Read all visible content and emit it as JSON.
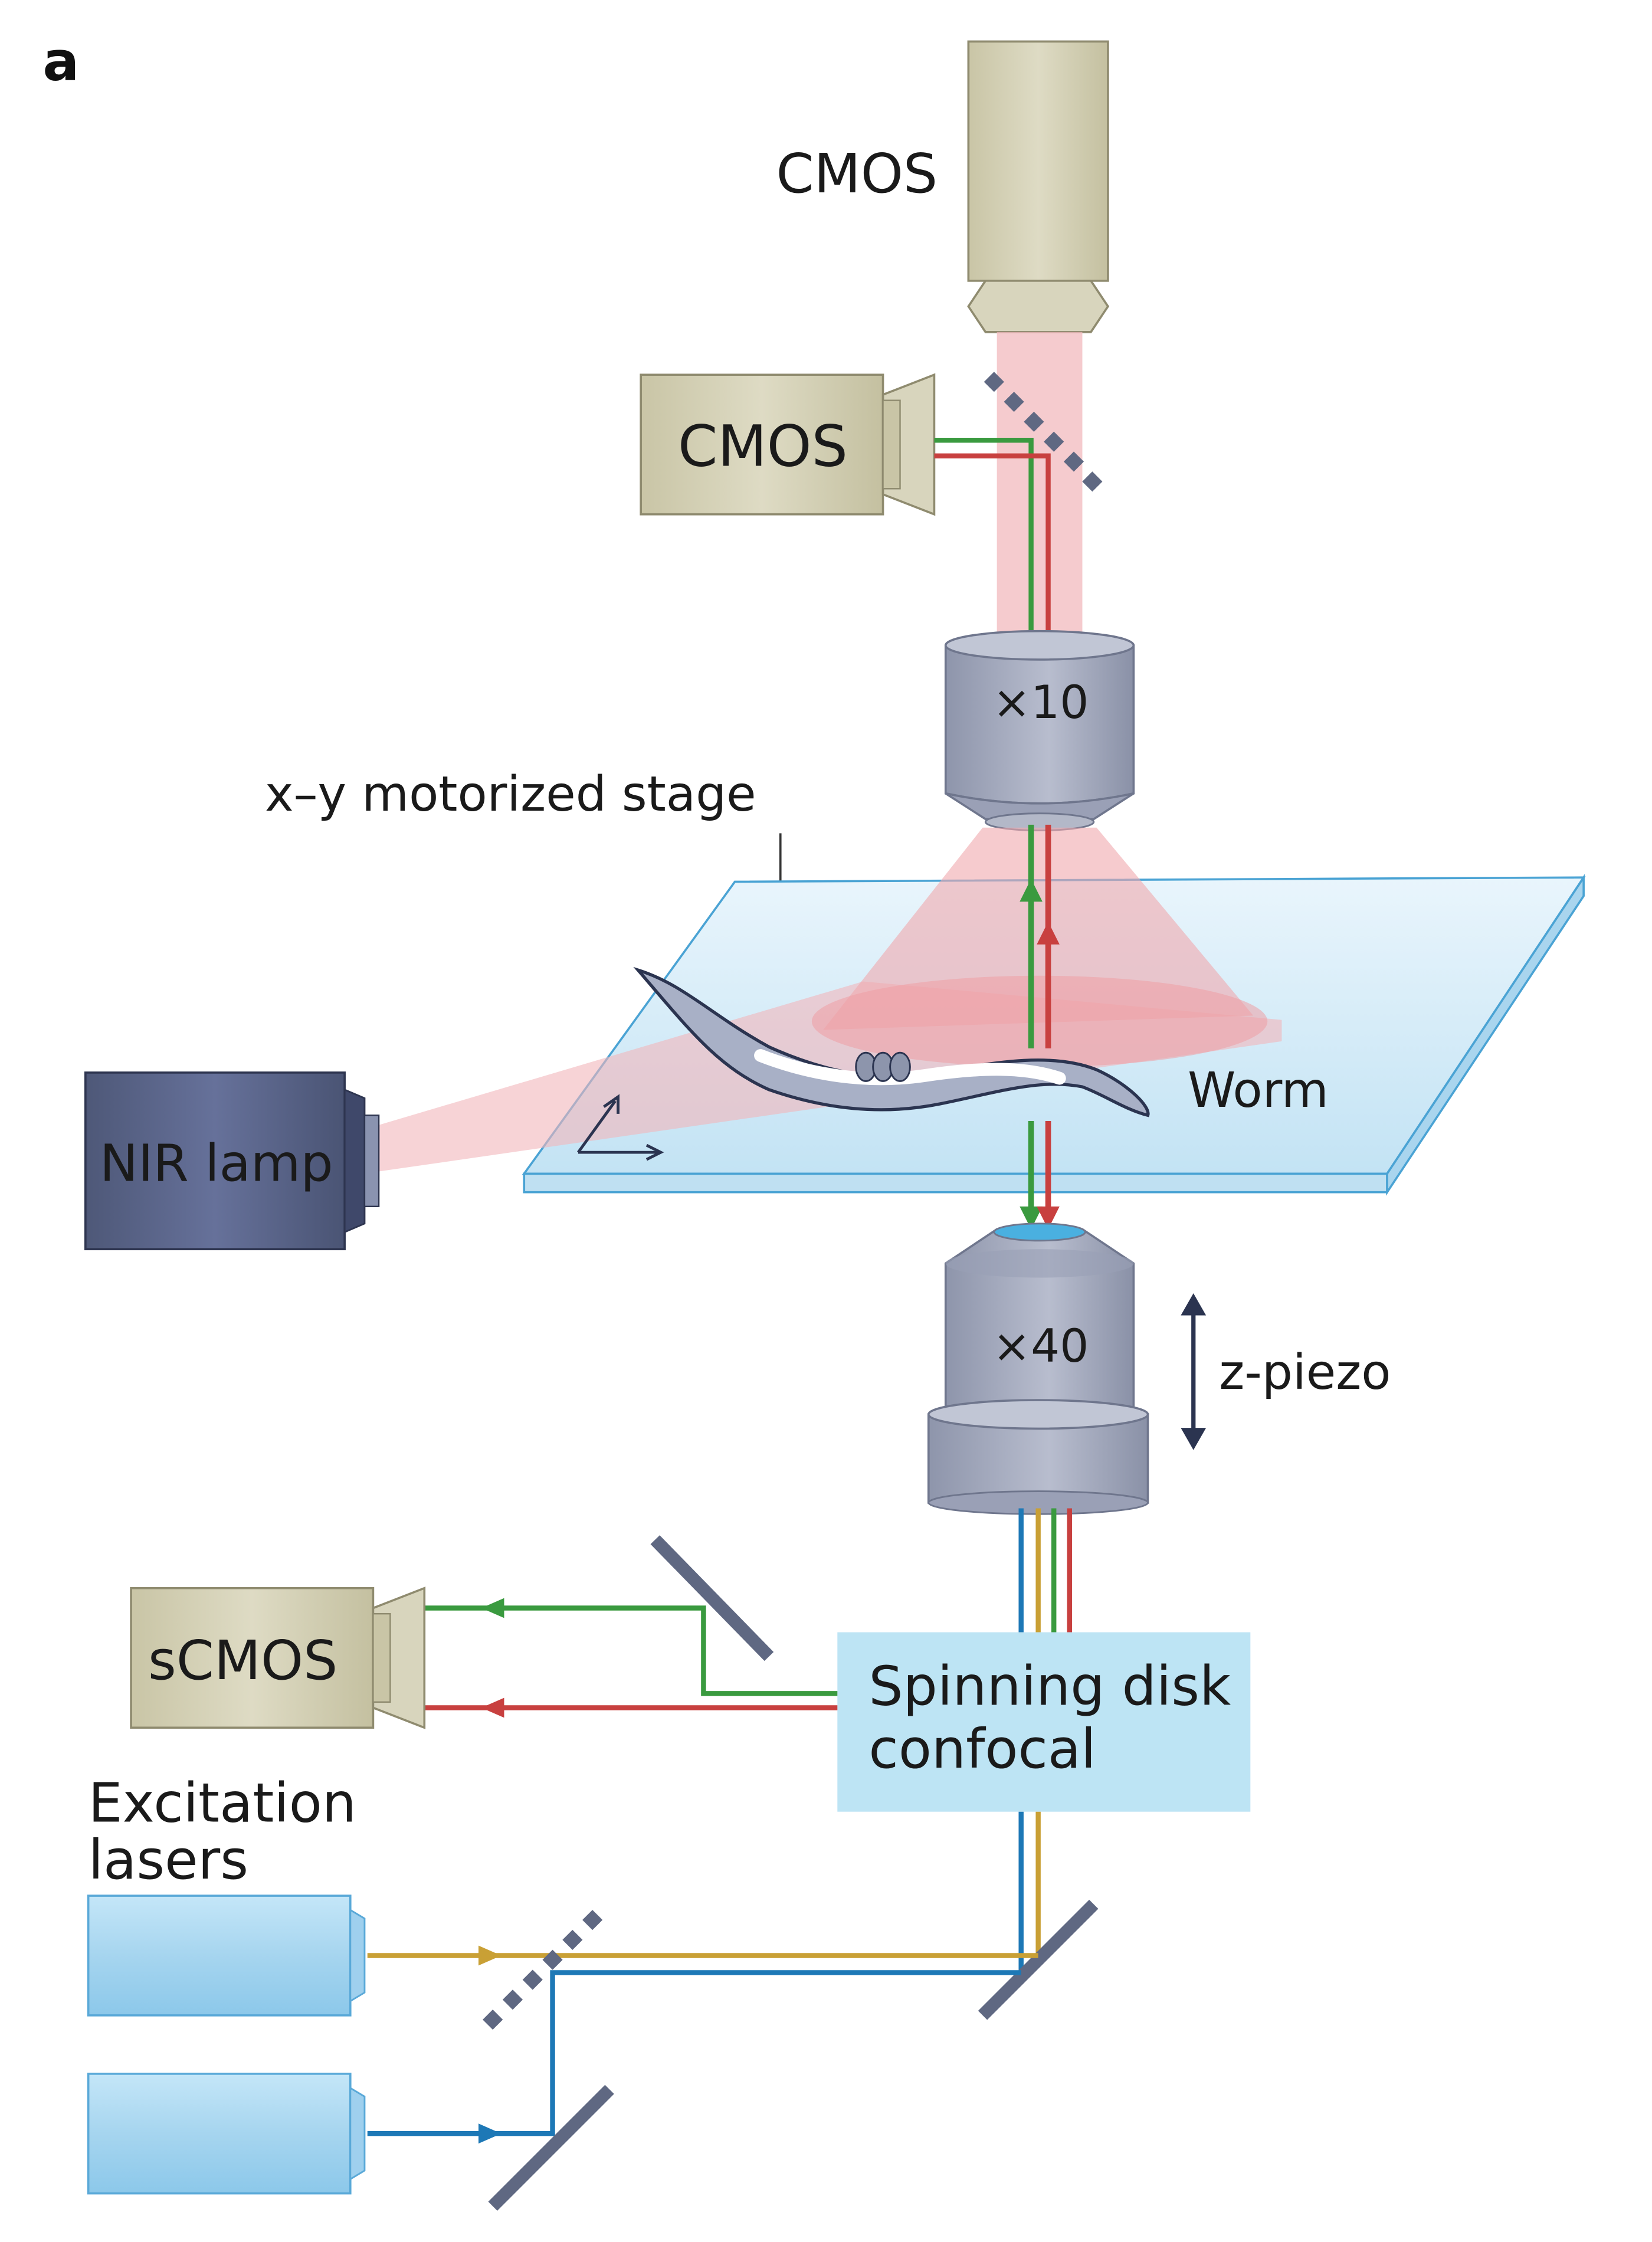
{
  "figure": {
    "panel_letter": "a"
  },
  "labels": {
    "cmos_top": "CMOS",
    "cmos_side": "CMOS",
    "objective_10": "×10",
    "stage": "x–y motorized stage",
    "worm": "Worm",
    "nir_lamp": "NIR lamp",
    "objective_40": "×40",
    "z_piezo": "z-piezo",
    "scmos": "sCMOS",
    "spinning_disk_line1": "Spinning disk",
    "spinning_disk_line2": "confocal",
    "excitation_line1": "Excitation",
    "excitation_line2": "lasers"
  },
  "colors": {
    "camera_body": "#d2cfb4",
    "objective": "#a9afc2",
    "nir_lamp": "#5a6585",
    "stage_glass": "#cfe8f5",
    "ir_beam": "#f2b3b8",
    "confocal_box": "#bde4f4",
    "laser_body": "#aad7f0",
    "green_path": "#3a9a3f",
    "red_path": "#c8403f",
    "blue_path": "#1d78b6",
    "yellow_path": "#c9a035",
    "mirror": "#5f6882"
  }
}
